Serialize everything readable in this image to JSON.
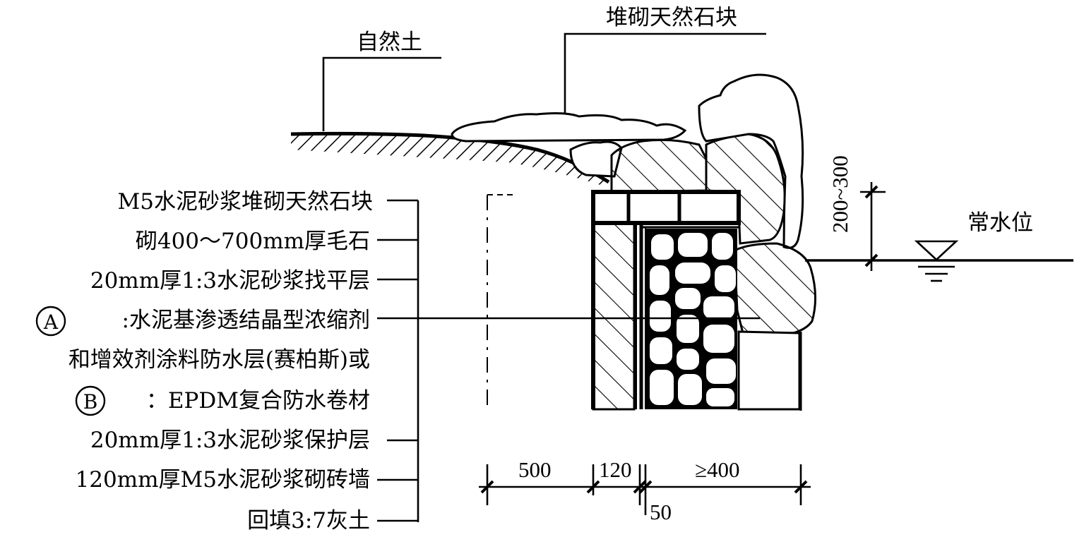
{
  "top_labels": {
    "natural_soil": "自然土",
    "stacked_stones": "堆砌天然石块",
    "water_level": "常水位",
    "height_dim": "200~300"
  },
  "layer_labels": [
    "M5水泥砂浆堆砌天然石块",
    "砌400～700mm厚毛石",
    "20mm厚1:3水泥砂浆找平层",
    ":水泥基渗透结晶型浓缩剂",
    "和增效剂涂料防水层(赛柏斯)或",
    "：EPDM复合防水卷材",
    "20mm厚1:3水泥砂浆保护层",
    "120mm厚M5水泥砂浆砌砖墙",
    "回填3:7灰土"
  ],
  "option_markers": {
    "a": "A",
    "b": "B"
  },
  "dimensions": {
    "d500": "500",
    "d120": "120",
    "d400": "≥400",
    "d50": "50"
  }
}
